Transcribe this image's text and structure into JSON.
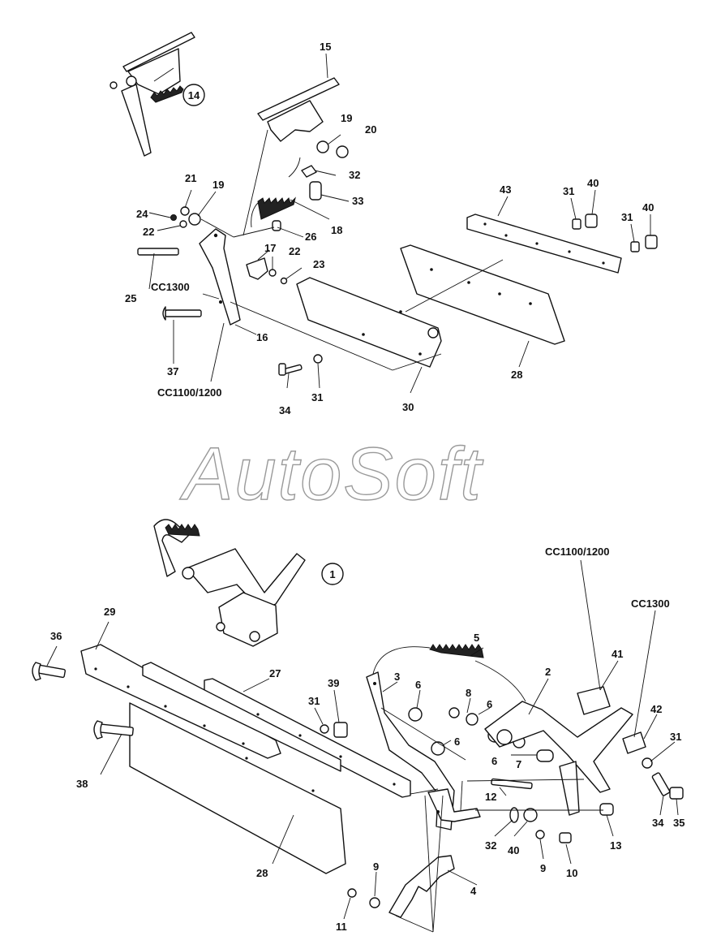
{
  "watermark": "AutoSoft",
  "assembly_markers": [
    "14",
    "1"
  ],
  "labels_top": [
    "15",
    "19",
    "20",
    "32",
    "33",
    "18",
    "21",
    "19",
    "24",
    "22",
    "26",
    "17",
    "22",
    "23",
    "25",
    "CC1300",
    "16",
    "37",
    "CC1100/1200",
    "34",
    "31",
    "30",
    "28",
    "43",
    "31",
    "40",
    "31",
    "40"
  ],
  "labels_bottom": [
    "36",
    "29",
    "38",
    "27",
    "31",
    "39",
    "28",
    "3",
    "6",
    "8",
    "6",
    "6",
    "6",
    "5",
    "2",
    "7",
    "12",
    "32",
    "40",
    "9",
    "10",
    "13",
    "4",
    "9",
    "11",
    "CC1100/1200",
    "CC1300",
    "41",
    "42",
    "31",
    "34",
    "35"
  ]
}
